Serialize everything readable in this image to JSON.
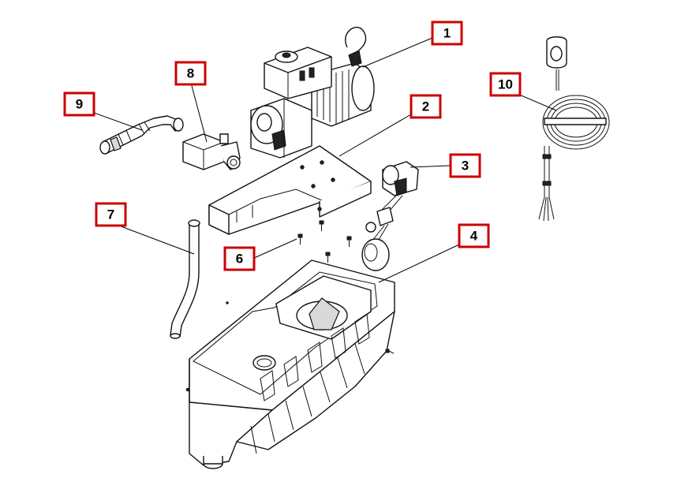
{
  "callouts": [
    {
      "label": "1"
    },
    {
      "label": "2"
    },
    {
      "label": "3"
    },
    {
      "label": "4"
    },
    {
      "label": "6"
    },
    {
      "label": "7"
    },
    {
      "label": "8"
    },
    {
      "label": "9"
    },
    {
      "label": "10"
    }
  ],
  "colors": {
    "callout_border": "#cc0000",
    "line_art": "#111111",
    "background": "#ffffff"
  }
}
